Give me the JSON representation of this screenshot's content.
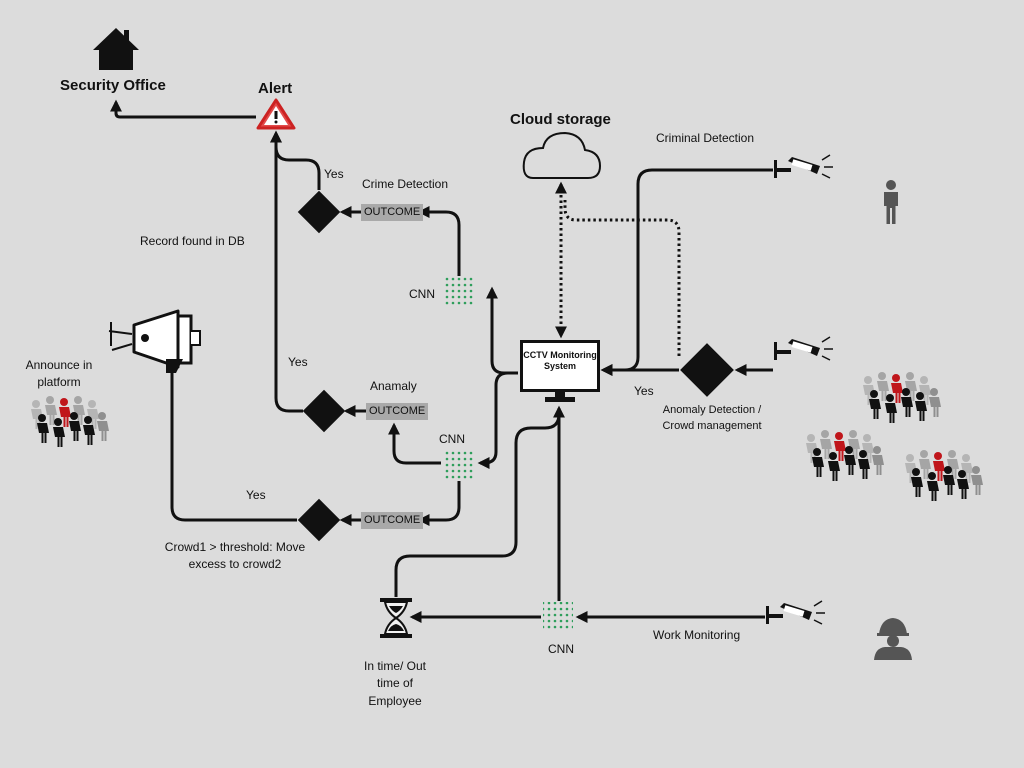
{
  "nodes": {
    "security_office": "Security Office",
    "alert": "Alert",
    "cloud_storage": "Cloud storage",
    "cctv_system": "CCTV Monitoring System",
    "criminal_detection": "Criminal Detection",
    "crime_detection": "Crime Detection",
    "record_found": "Record found in DB",
    "announce": "Announce in platform",
    "anamaly": "Anamaly",
    "anomaly_detection": "Anomaly Detection / Crowd management",
    "crowd_threshold": "Crowd1 > threshold: Move excess to crowd2",
    "in_out_time": "In time/ Out time of Employee",
    "work_monitoring": "Work Monitoring"
  },
  "labels": {
    "yes": "Yes",
    "outcome": "OUTCOME",
    "cnn": "CNN"
  },
  "colors": {
    "background": "#dcdcdc",
    "line": "#111111",
    "cnn_green": "#2e9e5b",
    "alert_red": "#cc2222",
    "outcome_box": "#a9a9a9",
    "crowd_gray": "#a5a5a5",
    "crowd_red": "#c0161b"
  },
  "icons": [
    "house-icon",
    "alert-icon",
    "cloud-icon",
    "cctv-camera-icon",
    "megaphone-icon",
    "hourglass-icon",
    "person-icon",
    "crowd-icon",
    "worker-icon",
    "cnn-grid-icon",
    "monitor-icon",
    "decision-diamond-icon"
  ]
}
